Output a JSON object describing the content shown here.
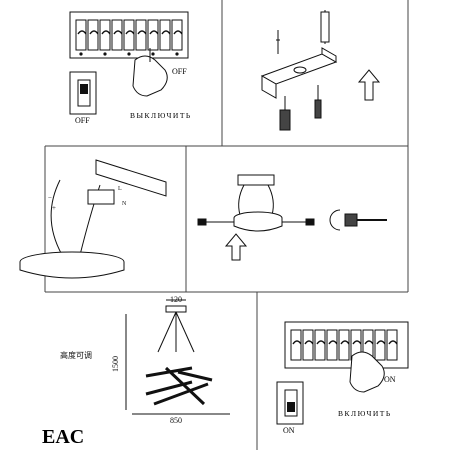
{
  "panel1": {
    "off_label": "OFF",
    "switch_label": "OFF",
    "caption": "ВЫКЛЮЧИТЬ"
  },
  "panel5": {
    "width_top": "120",
    "height_label": "1500",
    "adjustable_label": "高度可调",
    "width_bottom": "850"
  },
  "panel6": {
    "on_label": "ON",
    "switch_label": "ON",
    "caption": "ВКЛЮЧИТЬ"
  },
  "panel3": {
    "wire_l": "L",
    "wire_n": "N",
    "plus": "+",
    "minus": "−"
  },
  "logo": {
    "text": "EAC"
  }
}
